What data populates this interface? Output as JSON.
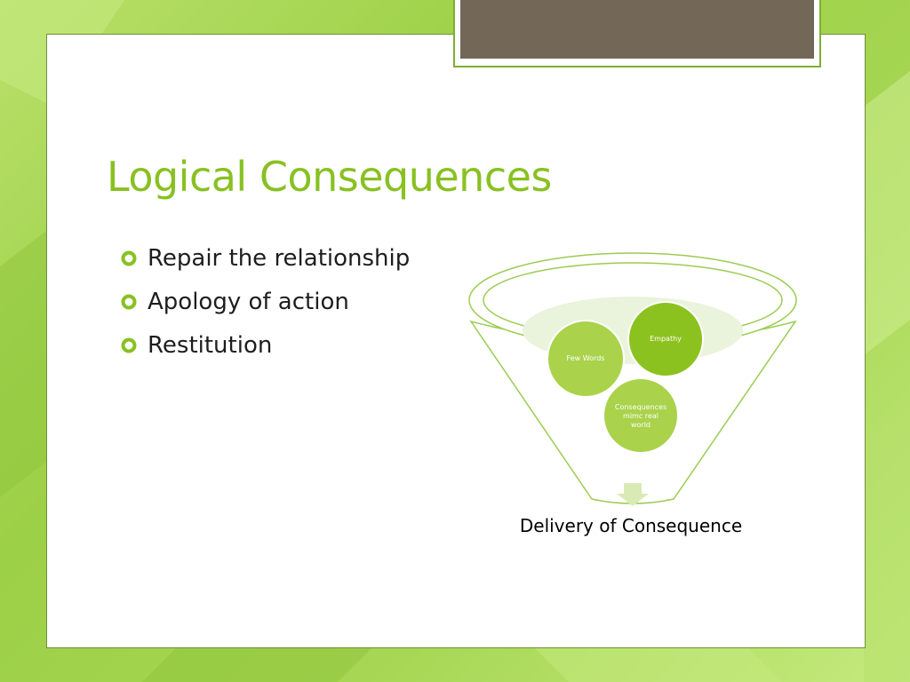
{
  "slide": {
    "title": "Logical Consequences",
    "bullets": [
      "Repair the relationship",
      "Apology of action",
      "Restitution"
    ]
  },
  "diagram": {
    "circles": {
      "few_words": "Few Words",
      "empathy": "Empathy",
      "consequences": [
        "Consequences",
        "mimc real",
        "world"
      ]
    },
    "caption": "Delivery of Consequence"
  },
  "colors": {
    "accent": "#88c121",
    "background": "#9cd046",
    "tab": "#736857",
    "circle_light": "#aad24b",
    "circle_dark": "#8cc21f",
    "funnel_line": "#9ccc52",
    "arrow": "#d9ebb5"
  }
}
